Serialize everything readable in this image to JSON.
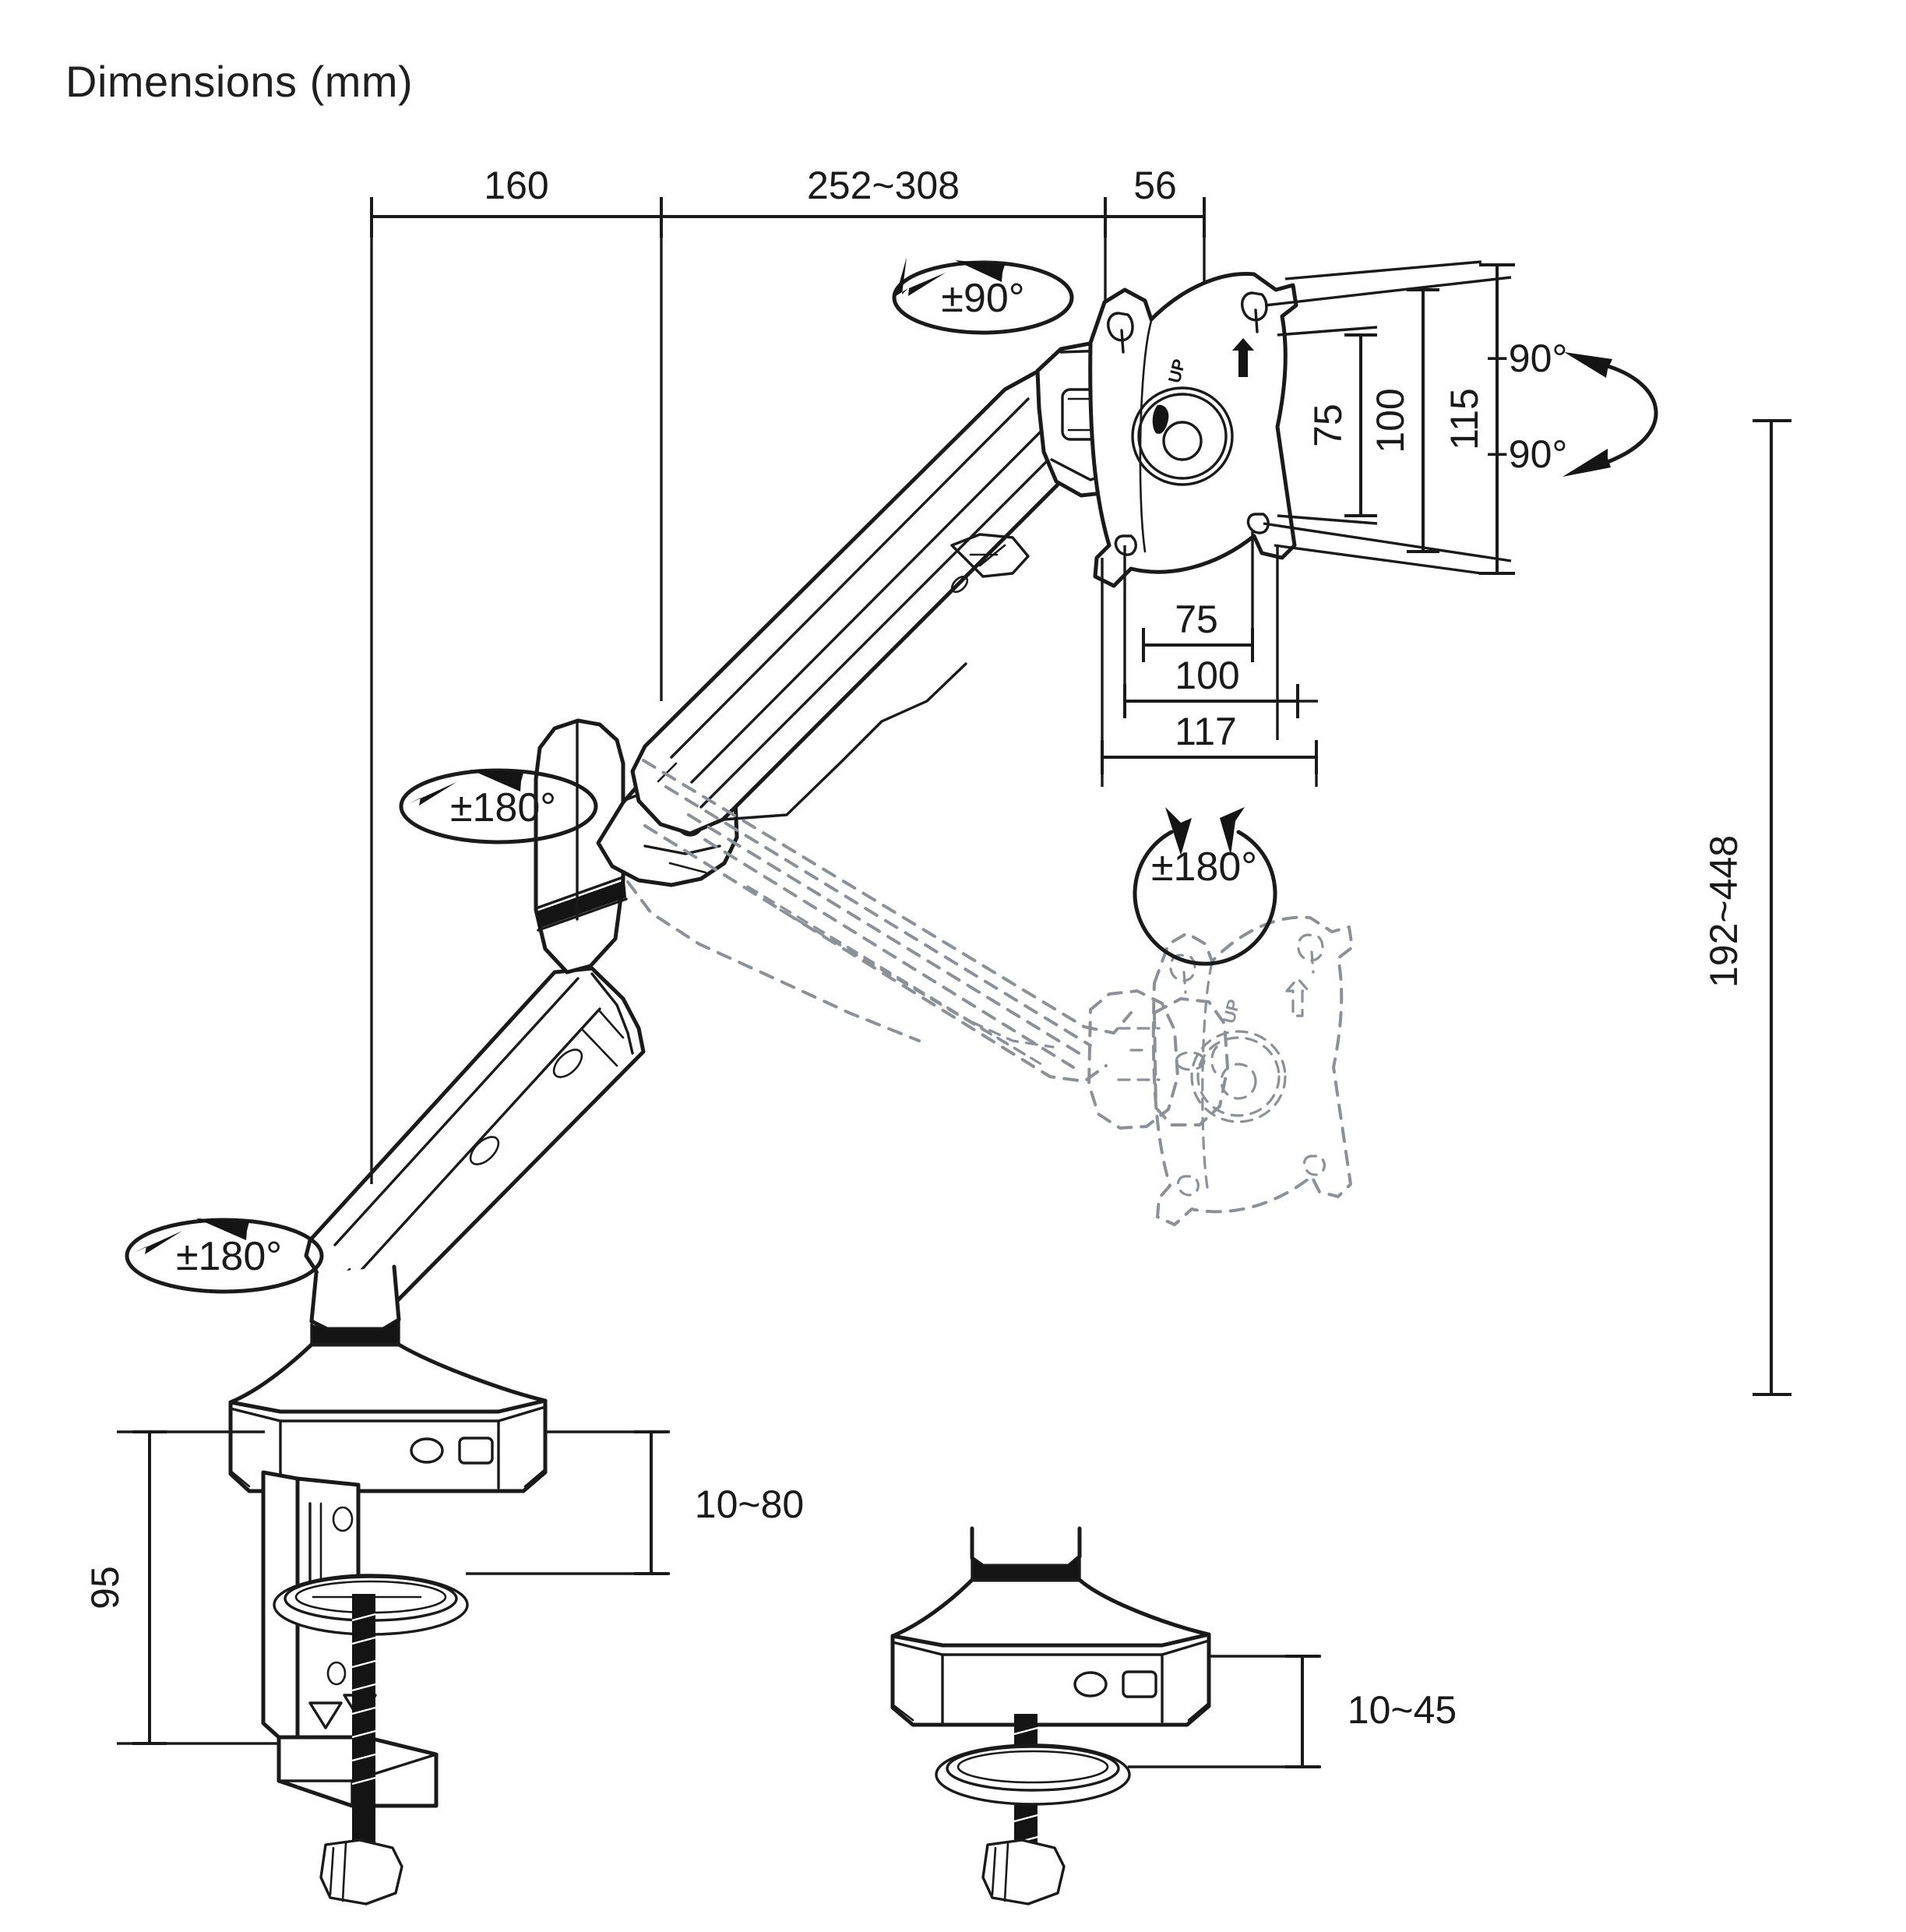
{
  "title": "Dimensions (mm)",
  "units": "mm",
  "dimensions": {
    "top_row": [
      {
        "id": "depth-base-to-joint",
        "label": "160"
      },
      {
        "id": "arm-extension-range",
        "label": "252~308"
      },
      {
        "id": "head-offset",
        "label": "56"
      }
    ],
    "vesa_vertical": [
      {
        "id": "vesa-v-75",
        "label": "75"
      },
      {
        "id": "vesa-v-100",
        "label": "100"
      },
      {
        "id": "plate-height-115",
        "label": "115"
      }
    ],
    "vesa_horizontal": [
      {
        "id": "vesa-h-75",
        "label": "75"
      },
      {
        "id": "vesa-h-100",
        "label": "100"
      },
      {
        "id": "plate-width-117",
        "label": "117"
      }
    ],
    "height_range": {
      "id": "height-adjust-range",
      "label": "192~448"
    },
    "clamp_height": {
      "id": "clamp-total-height",
      "label": "95"
    },
    "clamp_thickness": {
      "id": "clamp-desk-thickness",
      "label": "10~80"
    },
    "grommet_thickness": {
      "id": "grommet-desk-thickness",
      "label": "10~45"
    }
  },
  "rotation_badges": [
    {
      "id": "head-rotation",
      "label": "±90°",
      "shape": "ellipse"
    },
    {
      "id": "elbow-rotation",
      "label": "±180°",
      "shape": "ellipse"
    },
    {
      "id": "base-rotation",
      "label": "±180°",
      "shape": "ellipse"
    },
    {
      "id": "head-swivel",
      "label": "±180°",
      "shape": "circle"
    }
  ],
  "tilt": {
    "up_label": "+90°",
    "down_label": "−90°"
  },
  "plate_marking": {
    "text": "UP",
    "arrow": "up-arrow"
  },
  "colors": {
    "line": "#1a1a1a",
    "ghost": "#8b9196",
    "background": "#ffffff",
    "accent_dark": "#141414"
  }
}
